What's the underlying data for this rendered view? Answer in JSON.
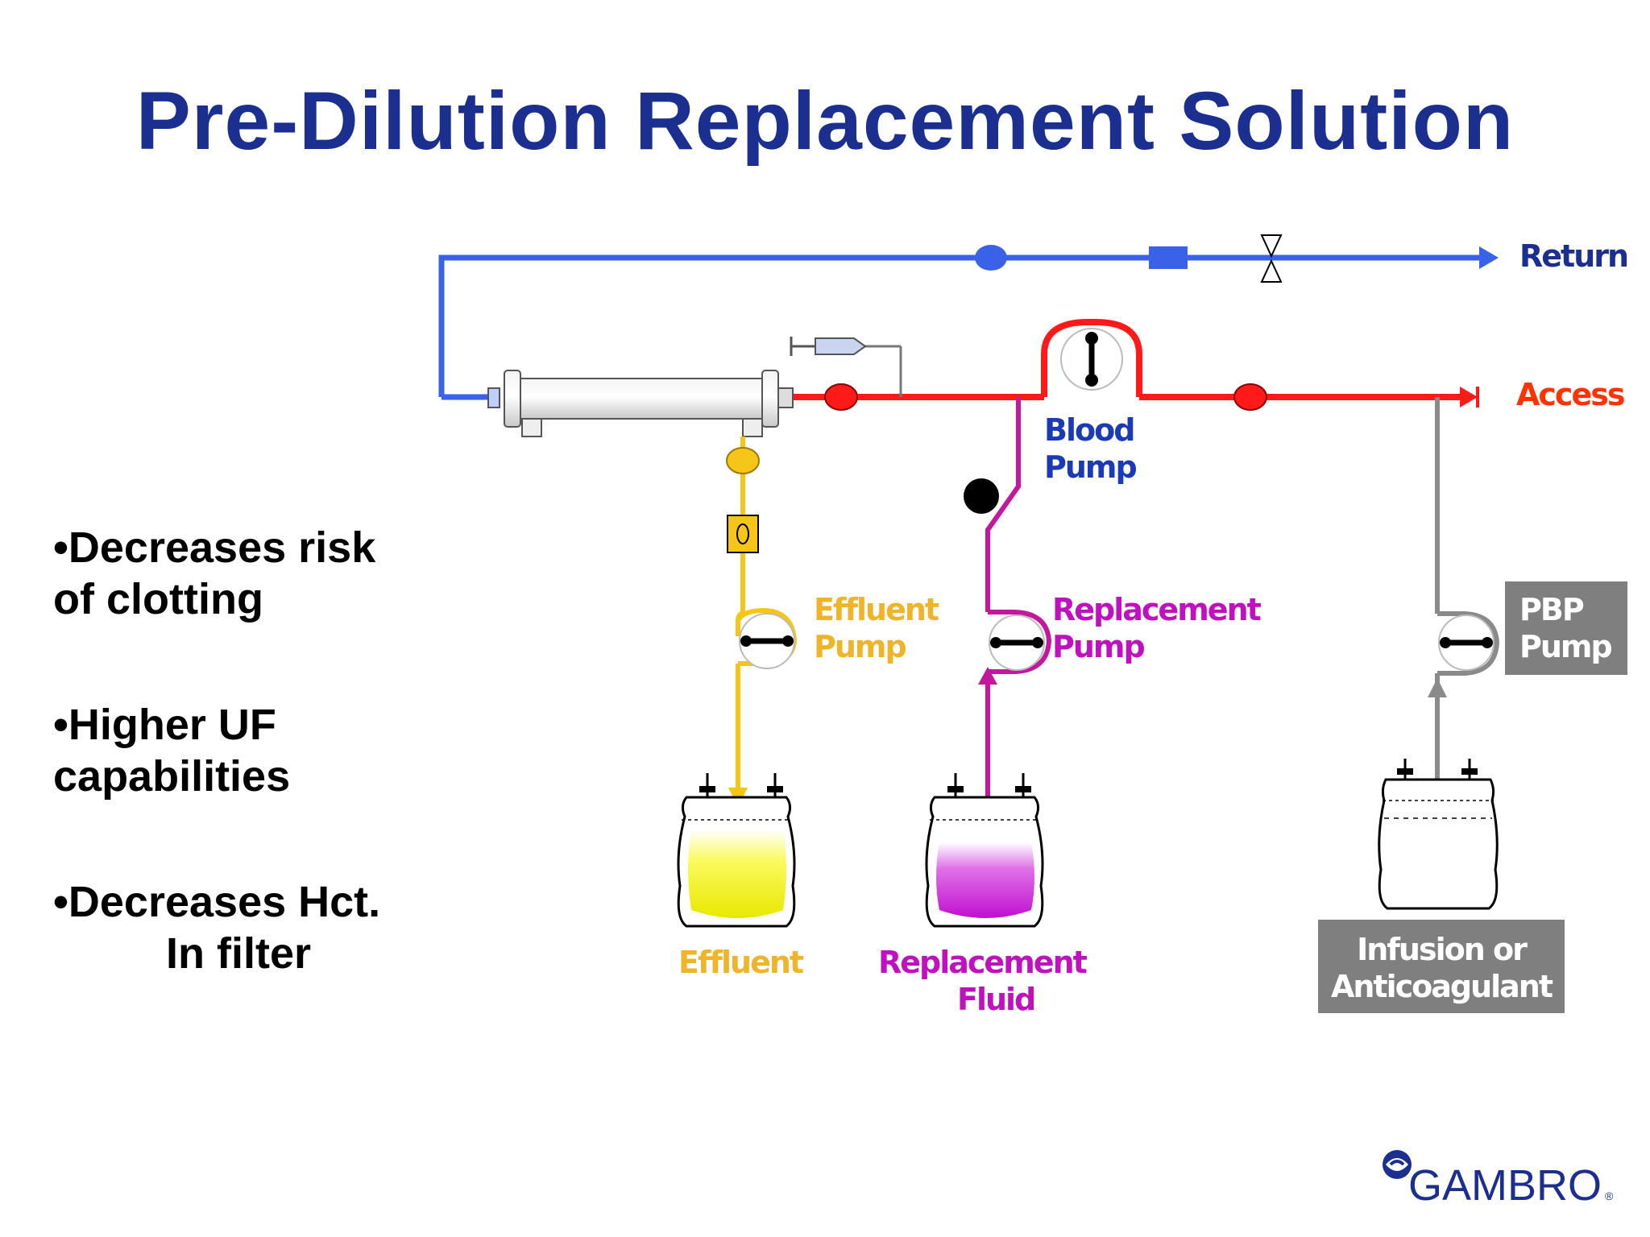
{
  "title": "Pre-Dilution Replacement Solution",
  "bullets": [
    {
      "line1": "•Decreases risk",
      "line2": "of clotting"
    },
    {
      "line1": "•Higher UF",
      "line2": "capabilities"
    },
    {
      "line1": "•Decreases Hct.",
      "line2": "In filter"
    }
  ],
  "labels": {
    "return": "Return",
    "access": "Access",
    "blood_pump_1": "Blood",
    "blood_pump_2": "Pump",
    "effluent_pump_1": "Effluent",
    "effluent_pump_2": "Pump",
    "replacement_pump_1": "Replacement",
    "replacement_pump_2": "Pump",
    "pbp_pump_1": "PBP",
    "pbp_pump_2": "Pump",
    "effluent": "Effluent",
    "replacement_fluid_1": "Replacement",
    "replacement_fluid_2": "Fluid",
    "infusion_1": "Infusion or",
    "infusion_2": "Anticoagulant"
  },
  "logo": {
    "text": "GAMBRO",
    "mark": "®"
  },
  "colors": {
    "title": "#1a2f8f",
    "return_line": "#3a62e8",
    "access_line": "#ff1a1a",
    "effluent_line": "#f5c518",
    "replacement_line": "#c4179e",
    "pbp_line": "#8a8a8a",
    "label_gray_box": "#7f7f7f",
    "effluent_label": "#f0b429",
    "replacement_label": "#c010c0",
    "blood_pump_label": "#1a3ab8",
    "access_label": "#ff3300"
  }
}
